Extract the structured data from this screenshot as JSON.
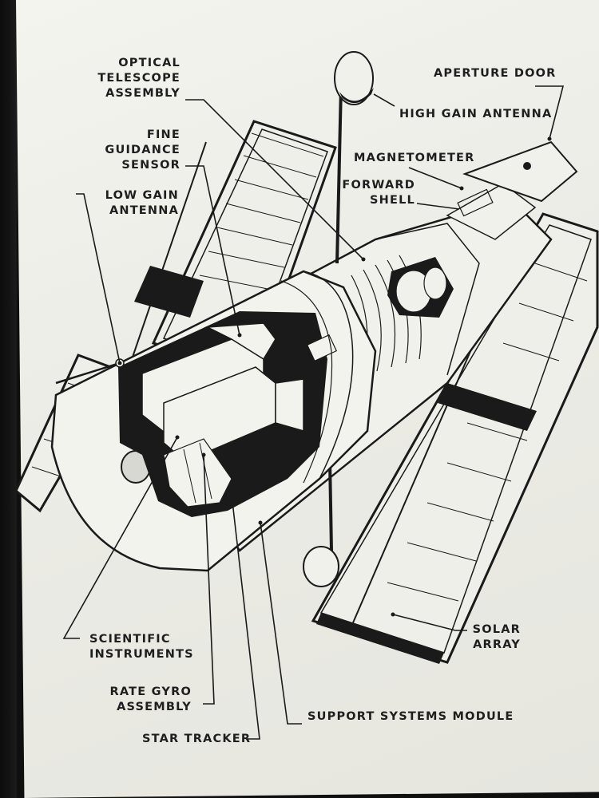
{
  "labels": {
    "optical_telescope_assembly": "OPTICAL\nTELESCOPE\nASSEMBLY",
    "aperture_door": "APERTURE DOOR",
    "high_gain_antenna": "HIGH GAIN ANTENNA",
    "fine_guidance_sensor": "FINE\nGUIDANCE\nSENSOR",
    "magnetometer": "MAGNETOMETER",
    "low_gain_antenna": "LOW GAIN\nANTENNA",
    "forward_shell": "FORWARD\nSHELL",
    "solar_array": "SOLAR\nARRAY",
    "scientific_instruments": "SCIENTIFIC\nINSTRUMENTS",
    "rate_gyro_assembly": "RATE GYRO\nASSEMBLY",
    "support_systems_module": "SUPPORT SYSTEMS MODULE",
    "star_tracker": "STAR TRACKER"
  }
}
